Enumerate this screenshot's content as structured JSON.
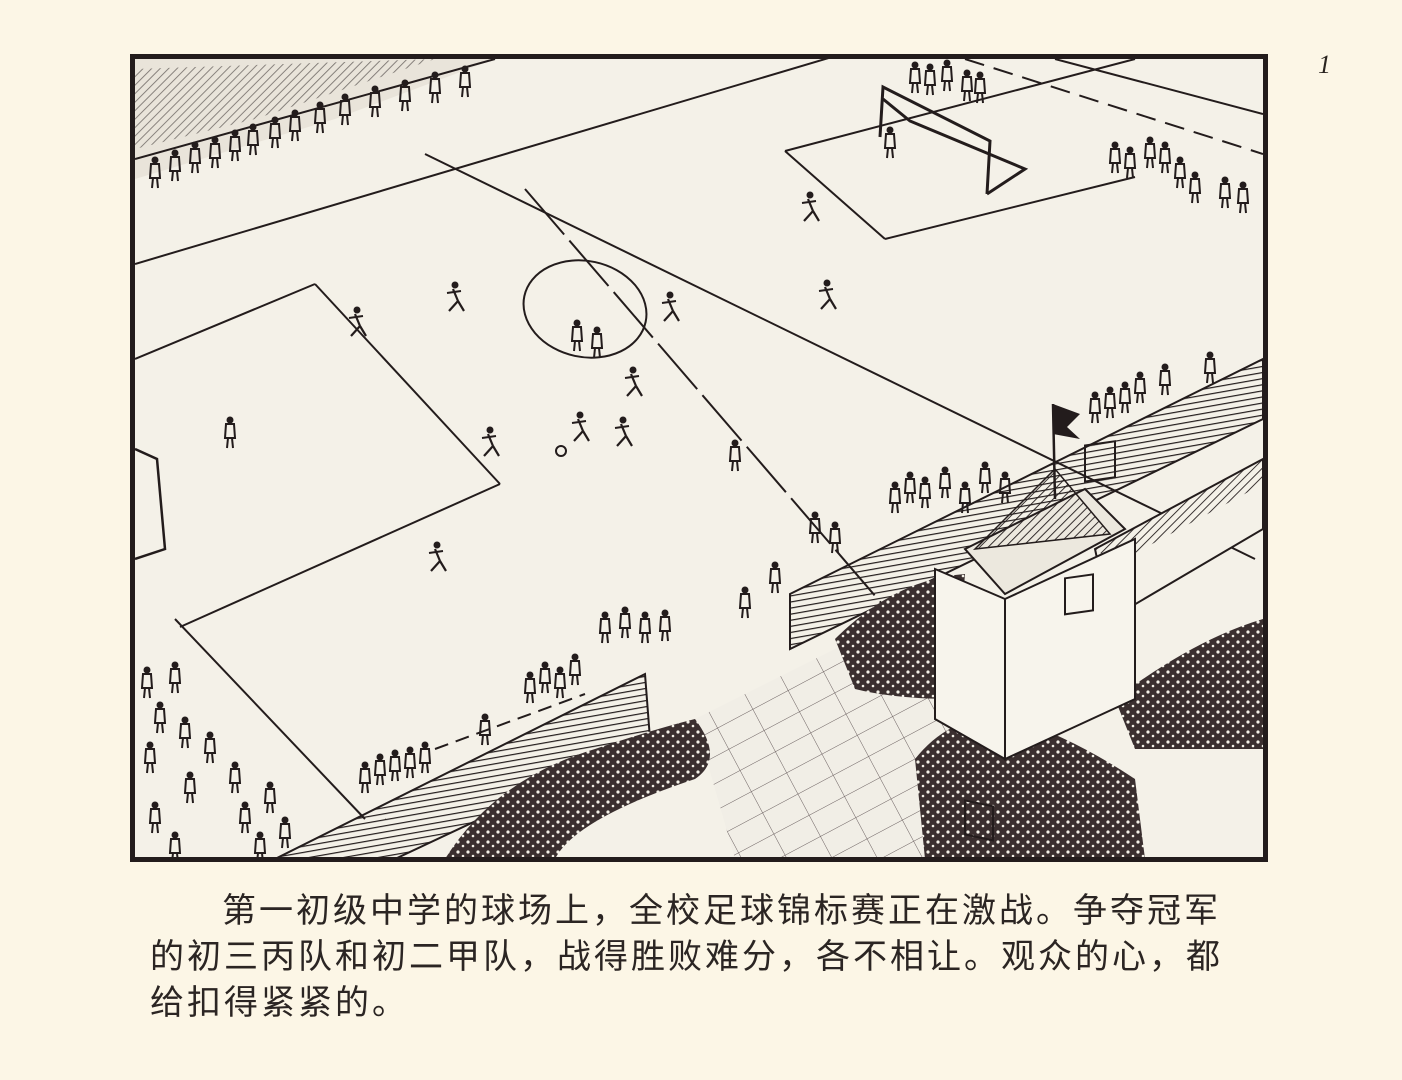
{
  "page": {
    "number": "1",
    "background_color": "#fcf6e6",
    "ink_color": "#231c1c"
  },
  "illustration": {
    "subject": "school soccer field match viewed from above with spectators, fence, flag-topped building and hedges",
    "elements": [
      "spectator-stands",
      "soccer-field",
      "center-circle",
      "goal",
      "players",
      "ball",
      "fence",
      "building-with-flag",
      "hedges",
      "paved-path"
    ]
  },
  "caption": {
    "lines": [
      "第一初级中学的球场上，全校足球锦标赛正在激战。争夺冠军",
      "的初三丙队和初二甲队，战得胜败难分，各不相让。观众的心，都",
      "给扣得紧紧的。"
    ]
  }
}
